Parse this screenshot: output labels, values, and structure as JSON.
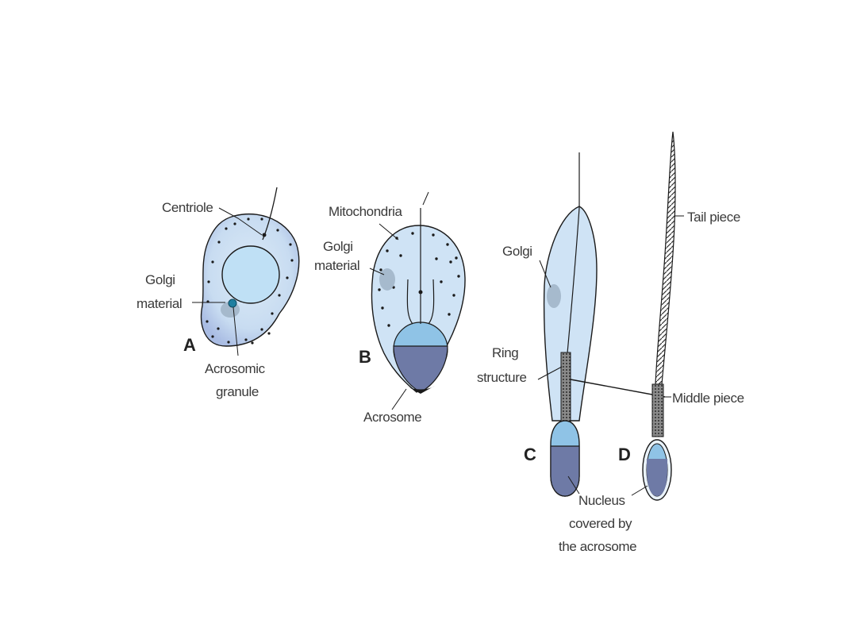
{
  "colors": {
    "cytoplasm": "#cfe3f5",
    "cytoplasm_edge": "#9bb4dc",
    "nucleus": "#b9dcf2",
    "acrosome_cap": "#8fc0e4",
    "acrosome_dark": "#6b79a8",
    "outline": "#1a1a1a"
  },
  "panels": {
    "A": {
      "letter": "A",
      "labels": {
        "centriole": "Centriole",
        "golgi_1": "Golgi",
        "golgi_2": "material",
        "acro_granule_1": "Acrosomic",
        "acro_granule_2": "granule"
      }
    },
    "B": {
      "letter": "B",
      "labels": {
        "mitochondria": "Mitochondria",
        "golgi_1": "Golgi",
        "golgi_2": "material",
        "acrosome": "Acrosome"
      }
    },
    "C": {
      "letter": "C",
      "labels": {
        "golgi": "Golgi",
        "ring_1": "Ring",
        "ring_2": "structure"
      }
    },
    "D": {
      "letter": "D",
      "labels": {
        "tail": "Tail piece",
        "middle": "Middle piece",
        "nucleus_1": "Nucleus",
        "nucleus_2": "covered by",
        "nucleus_3": "the acrosome"
      }
    }
  }
}
